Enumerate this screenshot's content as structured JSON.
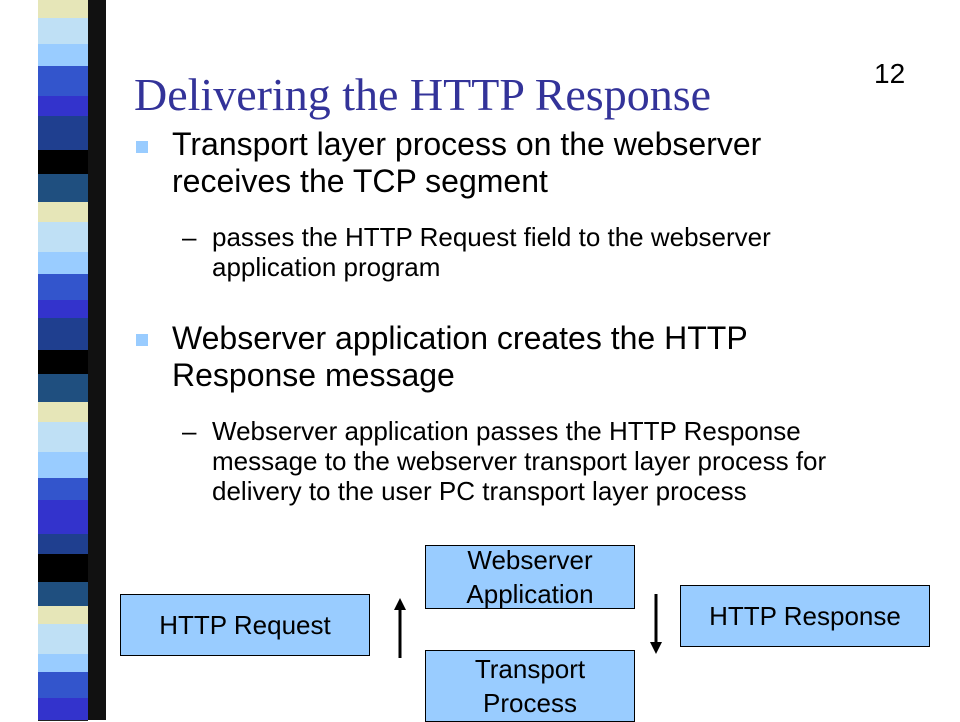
{
  "slide": {
    "number": "12",
    "title": "Delivering the HTTP Response",
    "bullets": [
      {
        "text": "Transport layer process on the webserver receives the TCP segment",
        "sub": [
          "passes the HTTP Request field to the webserver application program"
        ]
      },
      {
        "text": "Webserver application creates the HTTP Response message",
        "sub": [
          "Webserver application passes the HTTP Response message to the webserver transport layer process for delivery to the user PC transport layer process"
        ]
      }
    ]
  },
  "diagram": {
    "http_request_label": "HTTP Request",
    "webserver_app_label": "Webserver Application",
    "transport_process_label": "Transport Process",
    "http_response_label": "HTTP Response"
  },
  "colors": {
    "title": "#333399",
    "box_fill": "#99ccff",
    "bullet_marker": "#99ccff"
  }
}
